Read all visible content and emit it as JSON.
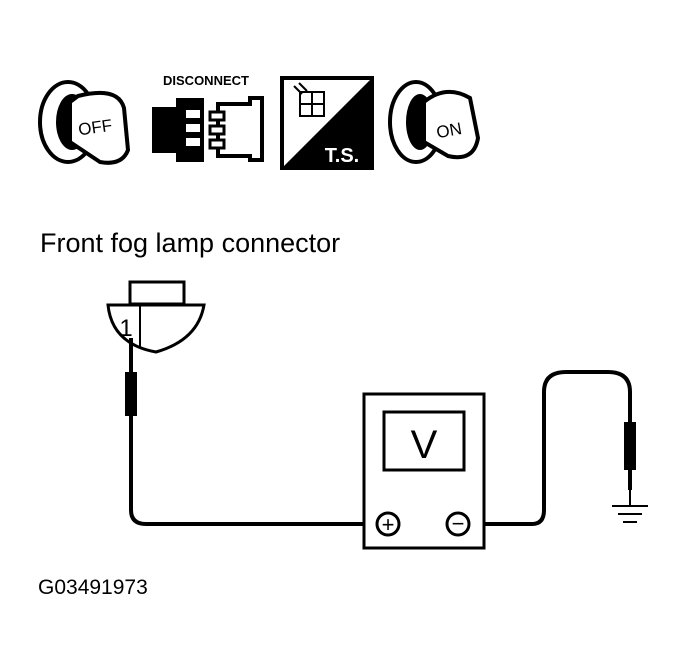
{
  "icons": {
    "key_off_label": "OFF",
    "disconnect_label": "DISCONNECT",
    "ts_label": "T.S.",
    "key_on_label": "ON"
  },
  "connector": {
    "title": "Front fog lamp connector",
    "terminal_number": "1"
  },
  "voltmeter": {
    "display": "V",
    "positive_symbol": "+",
    "negative_symbol": "−"
  },
  "figure_id": "G03491973"
}
